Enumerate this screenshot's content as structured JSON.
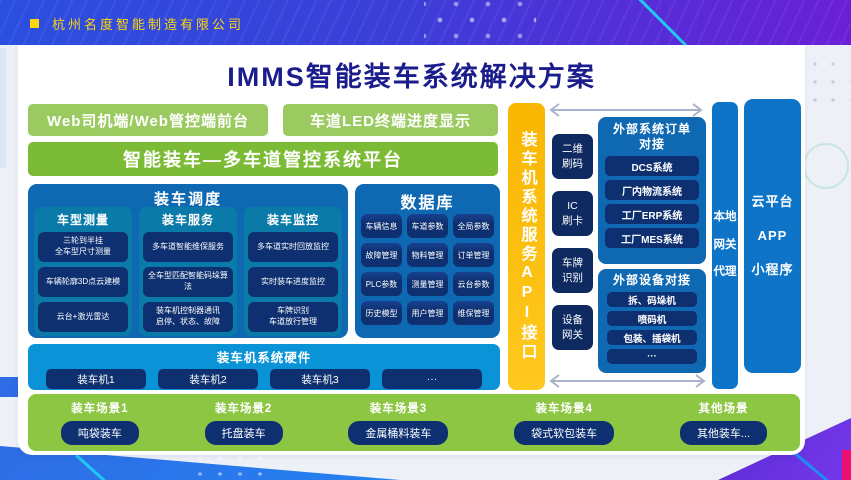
{
  "topbar": {
    "company": "杭州名度智能制造有限公司"
  },
  "title": "IMMS智能装车系统解决方案",
  "front": {
    "left_button": "Web司机端/Web管控端前台",
    "right_button": "车道LED终端进度显示",
    "platform_bar": "智能装车—多车道管控系统平台"
  },
  "scheduling": {
    "title": "装车调度",
    "columns": [
      {
        "title": "车型测量",
        "items": [
          "三轮到半挂\n全车型尺寸测量",
          "车辆轮廓3D点云建模",
          "云台+激光雷达"
        ]
      },
      {
        "title": "装车服务",
        "items": [
          "多车道智能维保服务",
          "全车型匹配智能码垛算法",
          "装车机控制器通讯\n启停、状态、故障"
        ]
      },
      {
        "title": "装车监控",
        "items": [
          "多车道实时回放监控",
          "实时装车进度监控",
          "车牌识别\n车道放行管理"
        ]
      }
    ]
  },
  "database": {
    "title": "数据库",
    "items": [
      "车辆信息",
      "车道参数",
      "全局参数",
      "故障管理",
      "物料管理",
      "订单管理",
      "PLC参数",
      "测量管理",
      "云台参数",
      "历史模型",
      "用户管理",
      "维保管理"
    ]
  },
  "hardware": {
    "title": "装车机系统硬件",
    "items": [
      "装车机1",
      "装车机2",
      "装车机3",
      "···"
    ]
  },
  "api_bar": {
    "label": "装车机系统服务API接口"
  },
  "io_terminals": [
    "二维\n刷码",
    "IC\n刷卡",
    "车牌\n识别",
    "设备\n网关"
  ],
  "external_orders": {
    "title": "外部系统订单\n对接",
    "items": [
      "DCS系统",
      "厂内物流系统",
      "工厂ERP系统",
      "工厂MES系统"
    ]
  },
  "external_devices": {
    "title": "外部设备对接",
    "items": [
      "拆、码垛机",
      "喷码机",
      "包装、插袋机",
      "···"
    ]
  },
  "local_gateway": {
    "label": "本地\n网关\n代理"
  },
  "cloud": {
    "label": "云平台\nAPP\n小程序"
  },
  "scenes": [
    {
      "label": "装车场景1",
      "button": "吨袋装车"
    },
    {
      "label": "装车场景2",
      "button": "托盘装车"
    },
    {
      "label": "装车场景3",
      "button": "金属桶料装车"
    },
    {
      "label": "装车场景4",
      "button": "袋式软包装车"
    },
    {
      "label": "其他场景",
      "button": "其他装车..."
    }
  ],
  "colors": {
    "accent_green": "#8cc642",
    "panel_blue": "#0e68b2",
    "item_navy": "#0e3070",
    "api_yellow": "#f9b602",
    "topbar_from": "#2b4fe0",
    "topbar_to": "#6a1fd6",
    "highlight_cyan": "#20c8f5",
    "magenta": "#ec1075"
  }
}
